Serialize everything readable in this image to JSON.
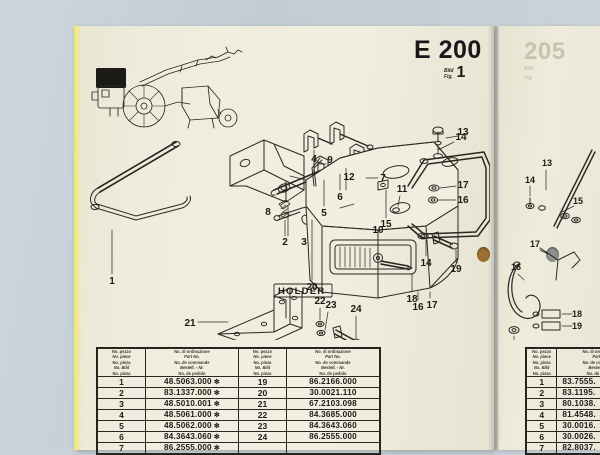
{
  "document": {
    "type": "spare-parts-catalog-scan",
    "main_page": {
      "model_code": "E 200",
      "figure_label_lines": [
        "Bild",
        "Fig."
      ],
      "figure_number": "1",
      "decal_text": "HOLDER",
      "callouts": [
        "1",
        "2",
        "3",
        "4",
        "5",
        "6",
        "7",
        "8",
        "9",
        "10",
        "11",
        "12",
        "13",
        "14",
        "15",
        "16",
        "17",
        "18",
        "19",
        "20",
        "21",
        "22",
        "23",
        "24"
      ],
      "table": {
        "header_lines": [
          "No. pezzo",
          "No. piece",
          "No. pieza",
          "No. Bild",
          "No. pieza"
        ],
        "header_part_lines": [
          "No. di ordinazione",
          "Part No.",
          "No. de commande",
          "Bestell. - Nr.",
          "No. de pedido"
        ],
        "left_rows": [
          {
            "no": "1",
            "part": "48.5063.000",
            "star": "✻"
          },
          {
            "no": "2",
            "part": "83.1337.000",
            "star": "✻"
          },
          {
            "no": "3",
            "part": "48.5010.001",
            "star": "✻"
          },
          {
            "no": "4",
            "part": "48.5061.000",
            "star": "✻"
          },
          {
            "no": "5",
            "part": "48.5062.000",
            "star": "✻"
          },
          {
            "no": "6",
            "part": "84.3643.060",
            "star": "✻"
          },
          {
            "no": "7",
            "part": "86.2555.000",
            "star": "✻"
          }
        ],
        "right_rows": [
          {
            "no": "19",
            "part": "86.2166.000",
            "star": ""
          },
          {
            "no": "20",
            "part": "30.0021.110",
            "star": ""
          },
          {
            "no": "21",
            "part": "67.2103.098",
            "star": ""
          },
          {
            "no": "22",
            "part": "84.3685.000",
            "star": ""
          },
          {
            "no": "23",
            "part": "84.3643.060",
            "star": ""
          },
          {
            "no": "24",
            "part": "86.2555.000",
            "star": ""
          }
        ]
      }
    },
    "right_page": {
      "model_code": "205",
      "figure_label_lines": [
        "Bild",
        "Fig."
      ],
      "callouts": [
        "13",
        "14",
        "15",
        "16",
        "17",
        "18",
        "19"
      ],
      "table": {
        "header_lines": [
          "No. pezzo",
          "No. piece",
          "No. pieza",
          "No. Bild",
          "No. pieza"
        ],
        "header_part_lines": [
          "No. di ordinazione",
          "Part No.",
          "No. de commande",
          "Bestell. - Nr.",
          "No. de pedido"
        ],
        "rows": [
          {
            "no": "1",
            "part": "83.7555."
          },
          {
            "no": "2",
            "part": "83.1195."
          },
          {
            "no": "3",
            "part": "80.1038."
          },
          {
            "no": "4",
            "part": "81.4548."
          },
          {
            "no": "5",
            "part": "30.0016."
          },
          {
            "no": "6",
            "part": "30.0026."
          },
          {
            "no": "7",
            "part": "82.8037."
          }
        ]
      }
    },
    "colors": {
      "paper": "#efecdd",
      "desk": "#c9d2da",
      "ink": "#1d1b16",
      "highlight": "#efe56a",
      "punch_main": "#9b7034",
      "punch_right": "#8e9090"
    }
  }
}
